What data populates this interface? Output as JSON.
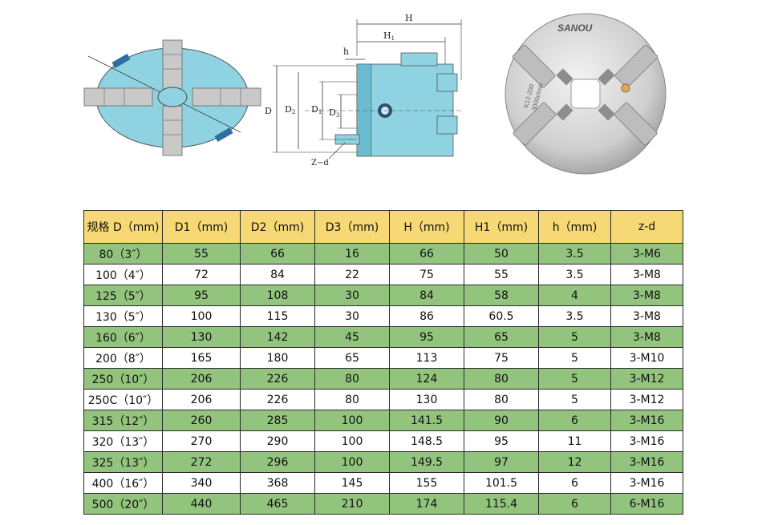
{
  "diagram": {
    "labels": {
      "H": "H",
      "H1": "H",
      "H1_sub": "1",
      "h": "h",
      "D": "D",
      "D2": "D",
      "D2_sub": "2",
      "D1": "D",
      "D1_sub": "1",
      "D3": "D",
      "D3_sub": "3",
      "zd": "Z−d"
    }
  },
  "photo": {
    "brand": "SANOU",
    "model": "K12-200",
    "speed": "3000r/min"
  },
  "table": {
    "headers": [
      "规格 D（mm)",
      "D1（mm)",
      "D2（mm)",
      "D3（mm)",
      "H（mm)",
      "H1（mm)",
      "h（mm)",
      "z-d"
    ],
    "rows": [
      [
        "80（3″）",
        "55",
        "66",
        "16",
        "66",
        "50",
        "3.5",
        "3-M6"
      ],
      [
        "100（4″）",
        "72",
        "84",
        "22",
        "75",
        "55",
        "3.5",
        "3-M8"
      ],
      [
        "125（5″）",
        "95",
        "108",
        "30",
        "84",
        "58",
        "4",
        "3-M8"
      ],
      [
        "130（5″）",
        "100",
        "115",
        "30",
        "86",
        "60.5",
        "3.5",
        "3-M8"
      ],
      [
        "160（6″）",
        "130",
        "142",
        "45",
        "95",
        "65",
        "5",
        "3-M8"
      ],
      [
        "200（8″）",
        "165",
        "180",
        "65",
        "113",
        "75",
        "5",
        "3-M10"
      ],
      [
        "250（10″）",
        "206",
        "226",
        "80",
        "124",
        "80",
        "5",
        "3-M12"
      ],
      [
        "250C（10″）",
        "206",
        "226",
        "80",
        "130",
        "80",
        "5",
        "3-M12"
      ],
      [
        "315（12″）",
        "260",
        "285",
        "100",
        "141.5",
        "90",
        "6",
        "3-M16"
      ],
      [
        "320（13″）",
        "270",
        "290",
        "100",
        "148.5",
        "95",
        "11",
        "3-M16"
      ],
      [
        "325（13″）",
        "272",
        "296",
        "100",
        "149.5",
        "97",
        "12",
        "3-M16"
      ],
      [
        "400（16″）",
        "340",
        "368",
        "145",
        "155",
        "101.5",
        "6",
        "3-M16"
      ],
      [
        "500（20″）",
        "440",
        "465",
        "210",
        "174",
        "115.4",
        "6",
        "6-M16"
      ]
    ]
  }
}
